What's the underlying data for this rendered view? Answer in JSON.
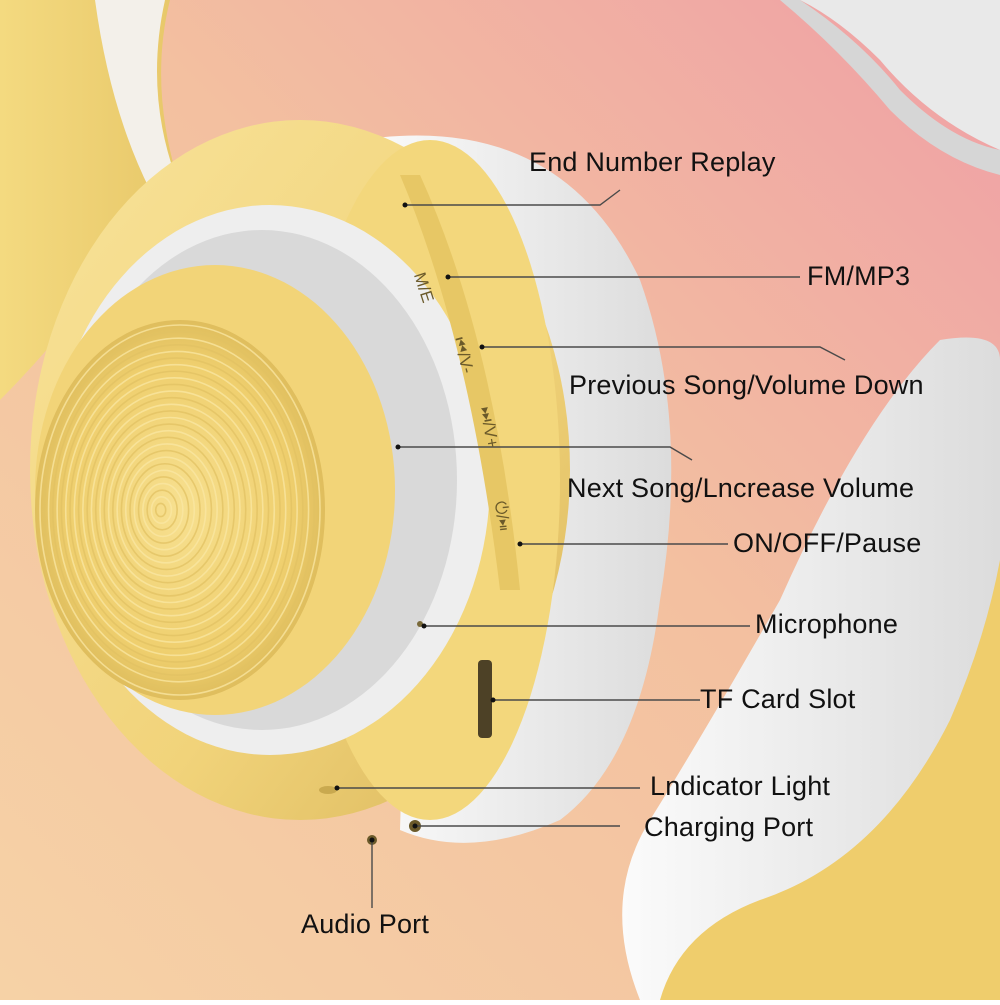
{
  "colors": {
    "background_left": "#f5cfa0",
    "background_right": "#f0a8a8",
    "earcup_yellow": "#f5dd86",
    "earcup_shadow": "#d9b95a",
    "cushion_white": "#eeeeee",
    "leader_line": "#4a4a4a",
    "label_text": "#111111"
  },
  "callouts": [
    {
      "id": "end-number-replay",
      "text": "End Number Replay"
    },
    {
      "id": "fm-mp3",
      "text": "FM/MP3"
    },
    {
      "id": "previous-song-volume-down",
      "text": "Previous Song/Volume Down"
    },
    {
      "id": "next-song-increase-volume",
      "text": "Next Song/Lncrease Volume"
    },
    {
      "id": "on-off-pause",
      "text": "ON/OFF/Pause"
    },
    {
      "id": "microphone",
      "text": "Microphone"
    },
    {
      "id": "tf-card-slot",
      "text": "TF Card Slot"
    },
    {
      "id": "indicator-light",
      "text": "Lndicator Light"
    },
    {
      "id": "charging-port",
      "text": "Charging Port"
    },
    {
      "id": "audio-port",
      "text": "Audio Port"
    }
  ],
  "buttons": [
    {
      "id": "mode",
      "glyph": "M/E"
    },
    {
      "id": "prev-vol-down",
      "glyph": "⏮/V-"
    },
    {
      "id": "next-vol-up",
      "glyph": "⏭/V+"
    },
    {
      "id": "power-pause",
      "glyph": "⏻/⏯"
    }
  ]
}
